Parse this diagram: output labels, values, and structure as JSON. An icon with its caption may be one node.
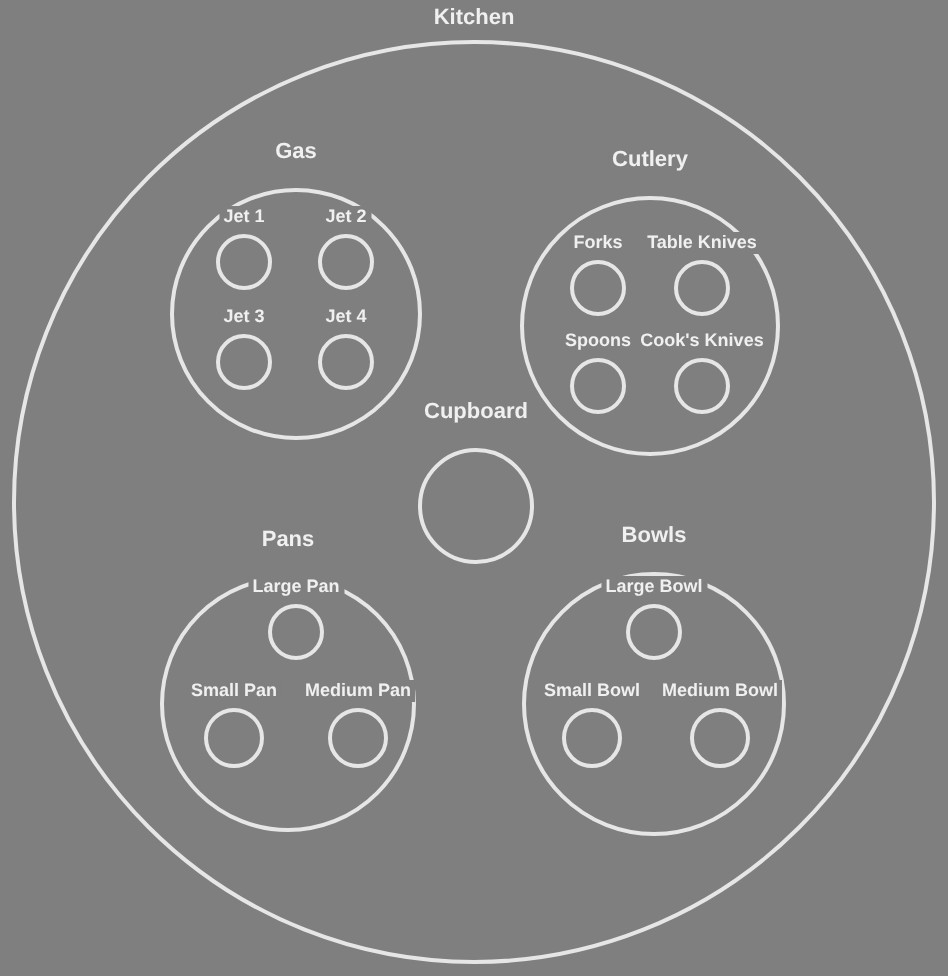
{
  "diagram": {
    "nodes": [
      {
        "text": [
          "Kitchen"
        ]
      },
      {
        "text": [
          "Gas"
        ],
        "in": 0
      },
      {
        "text": [
          "Jet 1"
        ],
        "in": 1
      },
      {
        "text": [
          "Jet 2"
        ],
        "in": 1
      },
      {
        "text": [
          "Jet 3"
        ],
        "in": 1
      },
      {
        "text": [
          "Jet 4"
        ],
        "in": 1
      },
      {
        "text": [
          "Cutlery"
        ],
        "in": 0
      },
      {
        "text": [
          "Forks"
        ],
        "in": 6
      },
      {
        "text": [
          "Table Knives"
        ],
        "in": 6
      },
      {
        "text": [
          "Spoons"
        ],
        "in": 6
      },
      {
        "text": [
          "Cook's Knives"
        ],
        "in": 6
      },
      {
        "text": [
          "Cupboard"
        ],
        "in": 0
      },
      {
        "text": [
          "Pans"
        ],
        "in": 0
      },
      {
        "text": [
          "Large Pan"
        ],
        "in": 12
      },
      {
        "text": [
          "Small Pan"
        ],
        "in": 12
      },
      {
        "text": [
          "Medium Pan"
        ],
        "in": 12
      },
      {
        "text": [
          "Bowls"
        ],
        "in": 0
      },
      {
        "text": [
          "Large Bowl"
        ],
        "in": 16
      },
      {
        "text": [
          "Small Bowl"
        ],
        "in": 16
      },
      {
        "text": [
          "Medium Bowl"
        ],
        "in": 16
      }
    ],
    "edges": []
  }
}
